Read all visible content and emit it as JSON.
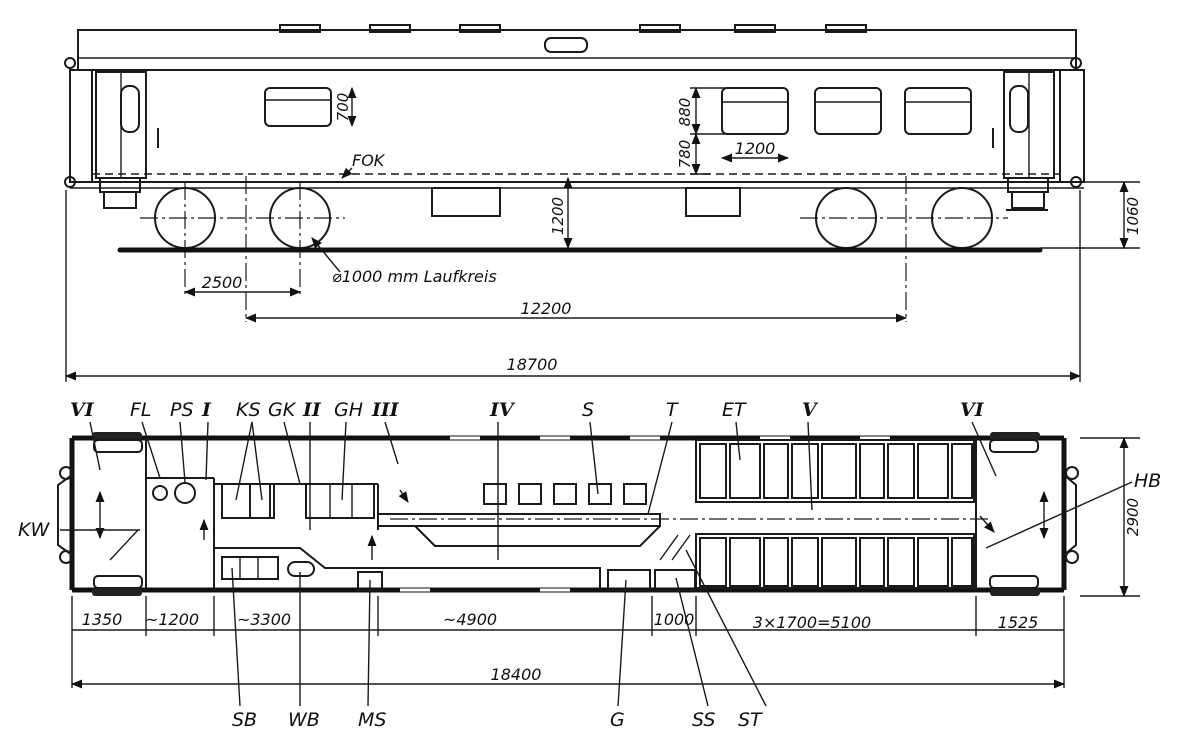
{
  "side_view": {
    "labels": {
      "fok": "FOK",
      "window_height": "700",
      "window_sill": "780",
      "window_top": "880",
      "window_width": "1200",
      "floor_height": "1200",
      "buffer_height": "1060",
      "bogie_wheelbase": "2500",
      "wheel_note": "⌀1000 mm Laufkreis",
      "bogie_centers": "12200",
      "length_over_buffers": "18700"
    }
  },
  "plan_view": {
    "rooms": [
      "VI",
      "I",
      "II",
      "III",
      "IV",
      "V",
      "VI"
    ],
    "equipment": {
      "fl": "FL",
      "ps": "PS",
      "ks": "KS",
      "gk": "GK",
      "gh": "GH",
      "s": "S",
      "t": "T",
      "et": "ET",
      "hb": "HB",
      "kw": "KW",
      "sb": "SB",
      "wb": "WB",
      "ms": "MS",
      "g": "G",
      "ss": "SS",
      "st": "ST"
    },
    "dimensions": {
      "d1": "1350",
      "d2": "~1200",
      "d3": "~3300",
      "d4": "~4900",
      "d5": "1000",
      "d6": "3×1700=5100",
      "d7": "1525",
      "body_length": "18400",
      "width": "2900"
    }
  }
}
